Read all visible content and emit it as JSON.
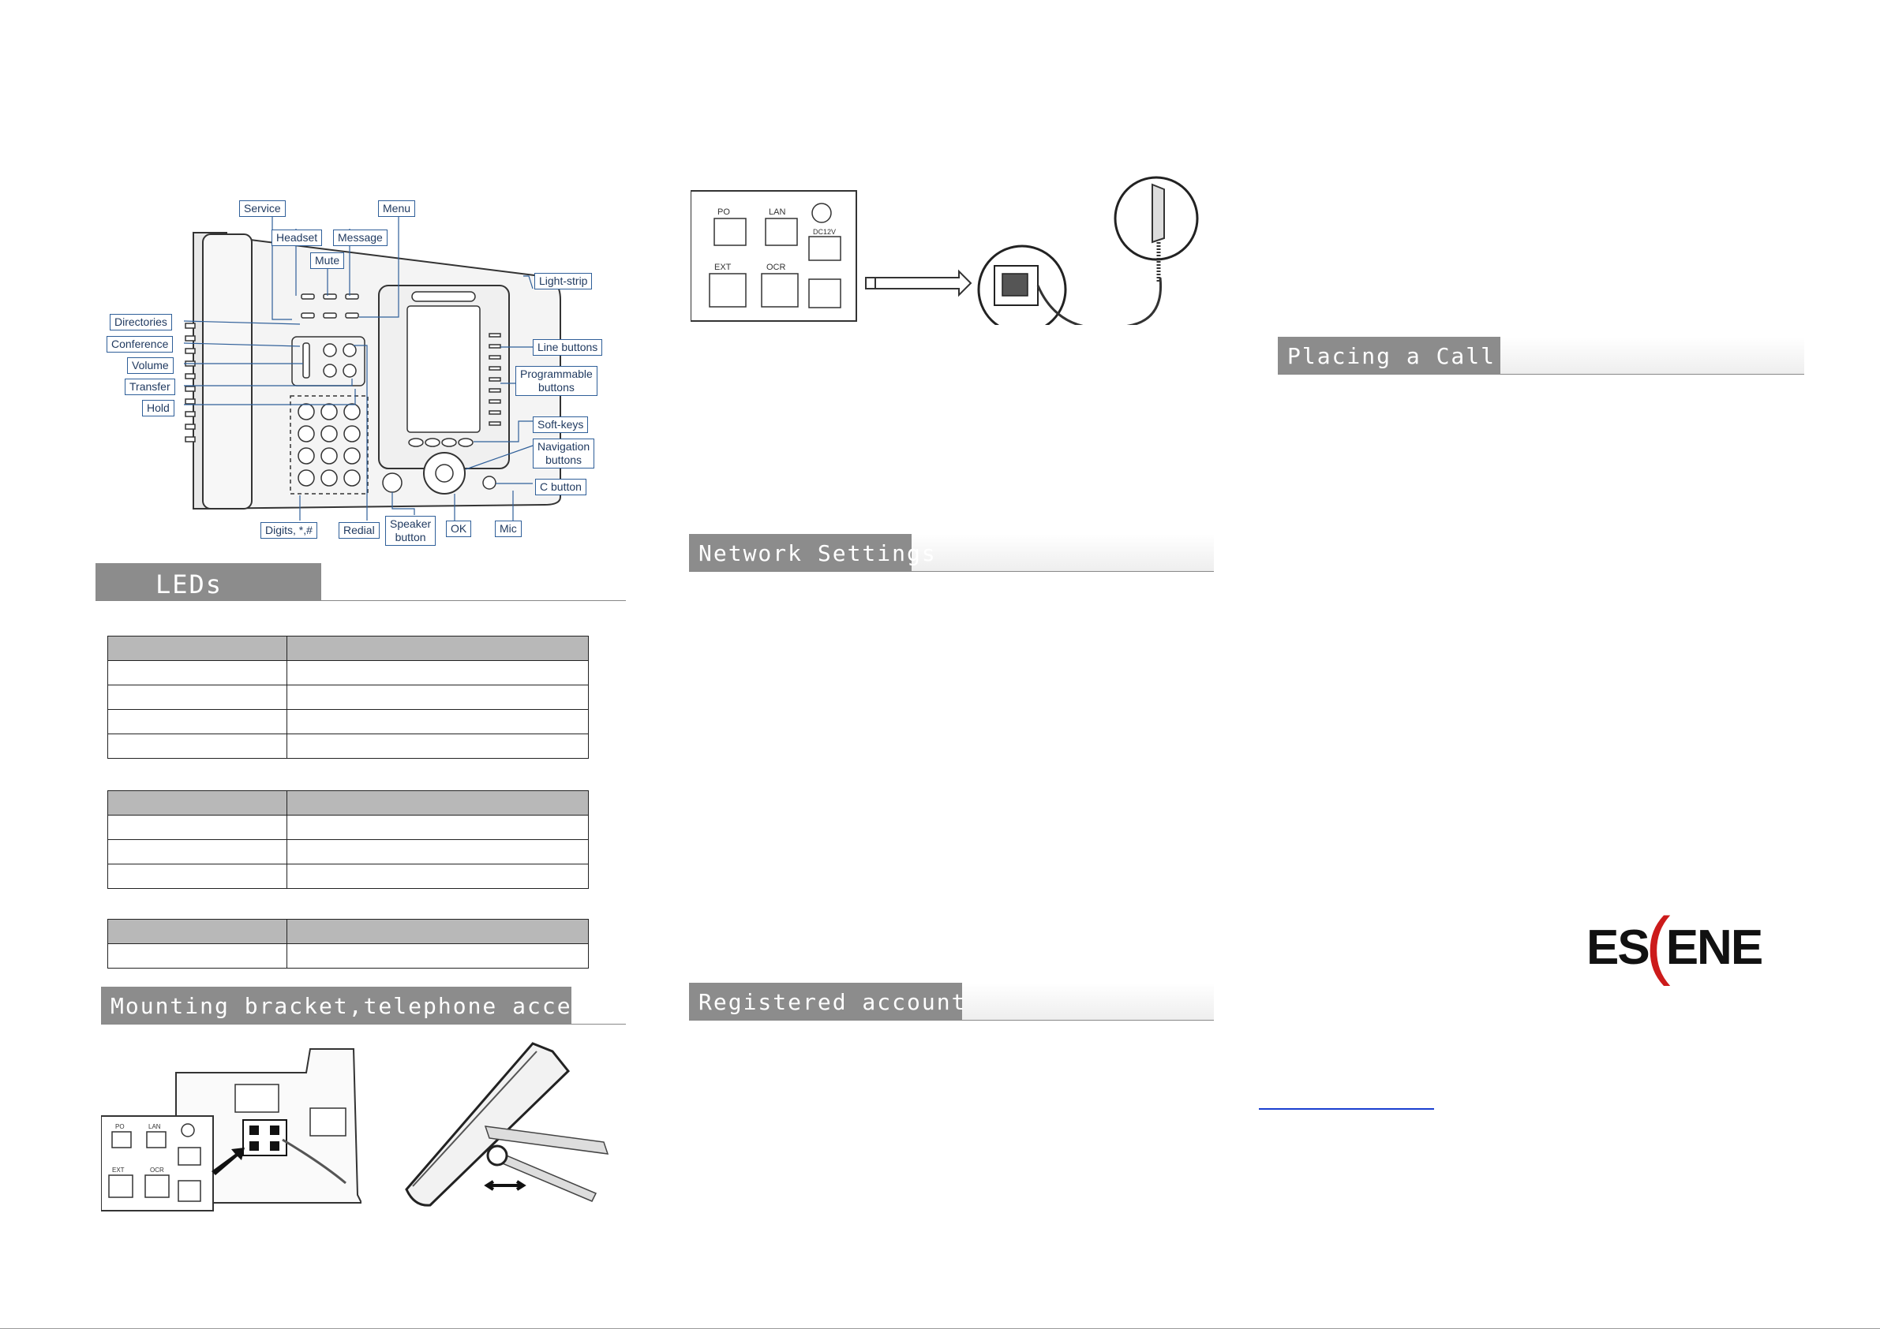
{
  "sections": {
    "leds": "LEDs",
    "mounting": "Mounting bracket,telephone access",
    "network": "Network Settings",
    "registered": "Registered account",
    "placing_call": "Placing a Call"
  },
  "phone_labels": {
    "service": "Service",
    "menu": "Menu",
    "headset": "Headset",
    "message": "Message",
    "mute": "Mute",
    "light_strip": "Light-strip",
    "directories": "Directories",
    "conference": "Conference",
    "volume": "Volume",
    "transfer": "Transfer",
    "hold": "Hold",
    "line_buttons": "Line buttons",
    "programmable_1": "Programmable",
    "programmable_2": "buttons",
    "soft_keys": "Soft-keys",
    "navigation_1": "Navigation",
    "navigation_2": "buttons",
    "c_button": "C button",
    "mic": "Mic",
    "ok": "OK",
    "speaker_1": "Speaker",
    "speaker_2": "button",
    "redial": "Redial",
    "digits": "Digits, *,#"
  },
  "ports": {
    "po": "PO",
    "lan": "LAN",
    "ext": "EXT",
    "ocr": "OCR",
    "dc": "DC12V"
  },
  "logo": {
    "text_left": "ES",
    "text_mid": "(",
    "text_right": "ENE",
    "accent": "#cc1b1b"
  },
  "colors": {
    "header_bar": "#8c8c8c",
    "label_border": "#2f5f99",
    "table_header": "#b8b8b8",
    "link": "#1a3fd0"
  }
}
